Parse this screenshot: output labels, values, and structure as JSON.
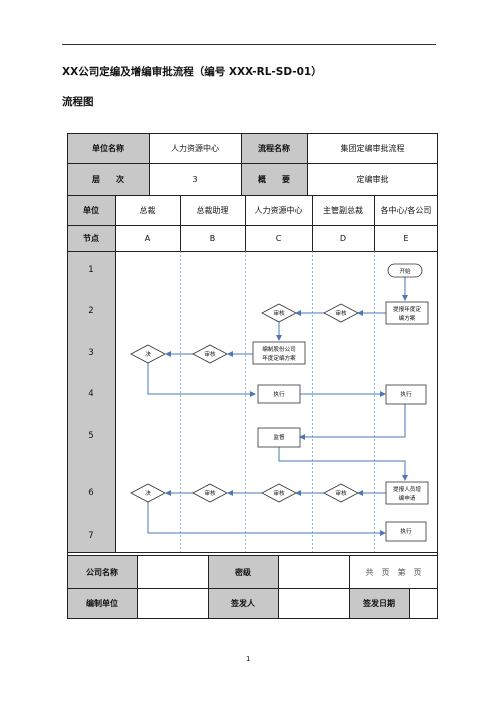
{
  "doc": {
    "title": "XX公司定编及增编审批流程（编号 XXX-RL-SD-01）",
    "subtitle": "流程图",
    "page_number": "1"
  },
  "header": {
    "unit_name_label": "单位名称",
    "unit_name_value": "人力资源中心",
    "flow_name_label": "流程名称",
    "flow_name_value": "集团定编审批流程",
    "level_label": "层　　次",
    "level_value": "3",
    "overview_label": "概　　要",
    "overview_value": "定编审批"
  },
  "lanes": {
    "unit_label": "单位",
    "node_label": "节点",
    "names": [
      "总裁",
      "总裁助理",
      "人力资源中心",
      "主管副总裁",
      "各中心/各公司"
    ],
    "codes": [
      "A",
      "B",
      "C",
      "D",
      "E"
    ]
  },
  "steps": [
    "1",
    "2",
    "3",
    "4",
    "5",
    "6",
    "7"
  ],
  "nodes": {
    "start": "开始",
    "e2_line1": "提报年度定",
    "e2_line2": "编方案",
    "d2": "审核",
    "c2": "审核",
    "c3_line1": "编制股份公司",
    "c3_line2": "年度定编方案",
    "b3": "审核",
    "a3": "决",
    "c4": "执行",
    "e4": "执行",
    "c5": "监督",
    "e6_line1": "提报人员增",
    "e6_line2": "编申请",
    "d6": "审核",
    "c6": "审核",
    "b6": "审核",
    "a6": "决",
    "e7": "执行"
  },
  "footer": {
    "company_label": "公司名称",
    "company_value": "",
    "secret_label": "密级",
    "secret_value": "",
    "pages_text": "共　页　第　页",
    "dept_label": "编制单位",
    "dept_value": "",
    "issuer_label": "签发人",
    "issuer_value": "",
    "date_label": "签发日期",
    "date_value": ""
  },
  "colors": {
    "arrow": "#4a78b8",
    "gray": "#c8c8c8",
    "dashed": "#5b8fd0"
  }
}
